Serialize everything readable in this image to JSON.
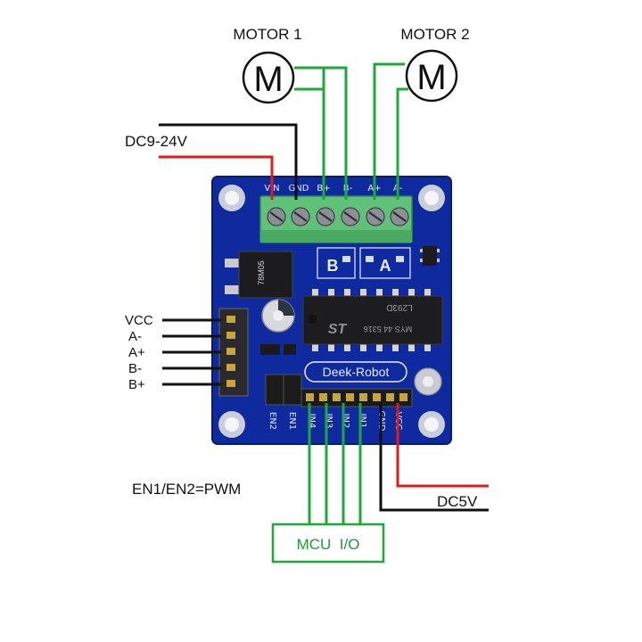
{
  "labels": {
    "motor1": "MOTOR 1",
    "motor2": "MOTOR 2",
    "motor_symbol": "M",
    "power_in": "DC9-24V",
    "logic_power": "DC5V",
    "pwm_note": "EN1/EN2=PWM",
    "mcu": "MCU  I/O",
    "left_pins": [
      "VCC",
      "A-",
      "A+",
      "B-",
      "B+"
    ]
  },
  "board": {
    "brand": "Deek-Robot",
    "chip": "L293D",
    "chip_code": "MYS 44 5316",
    "regulator": "78M05",
    "terminal_labels": [
      "VIN",
      "GND",
      "B+",
      "B-",
      "A+",
      "A-"
    ],
    "channel_b": "B",
    "channel_a": "A",
    "bottom_pins": [
      "EN2",
      "EN1",
      "IN4",
      "IN3",
      "IN2",
      "IN1",
      "GND",
      "VCC"
    ]
  },
  "colors": {
    "board": "#0f2a9e",
    "wire_green": "#1fa83a",
    "wire_red": "#e01b1b",
    "wire_black": "#111111",
    "terminal": "#5fc278",
    "mcu_border": "#1fa83a",
    "mcu_text": "#1f9a3a"
  }
}
